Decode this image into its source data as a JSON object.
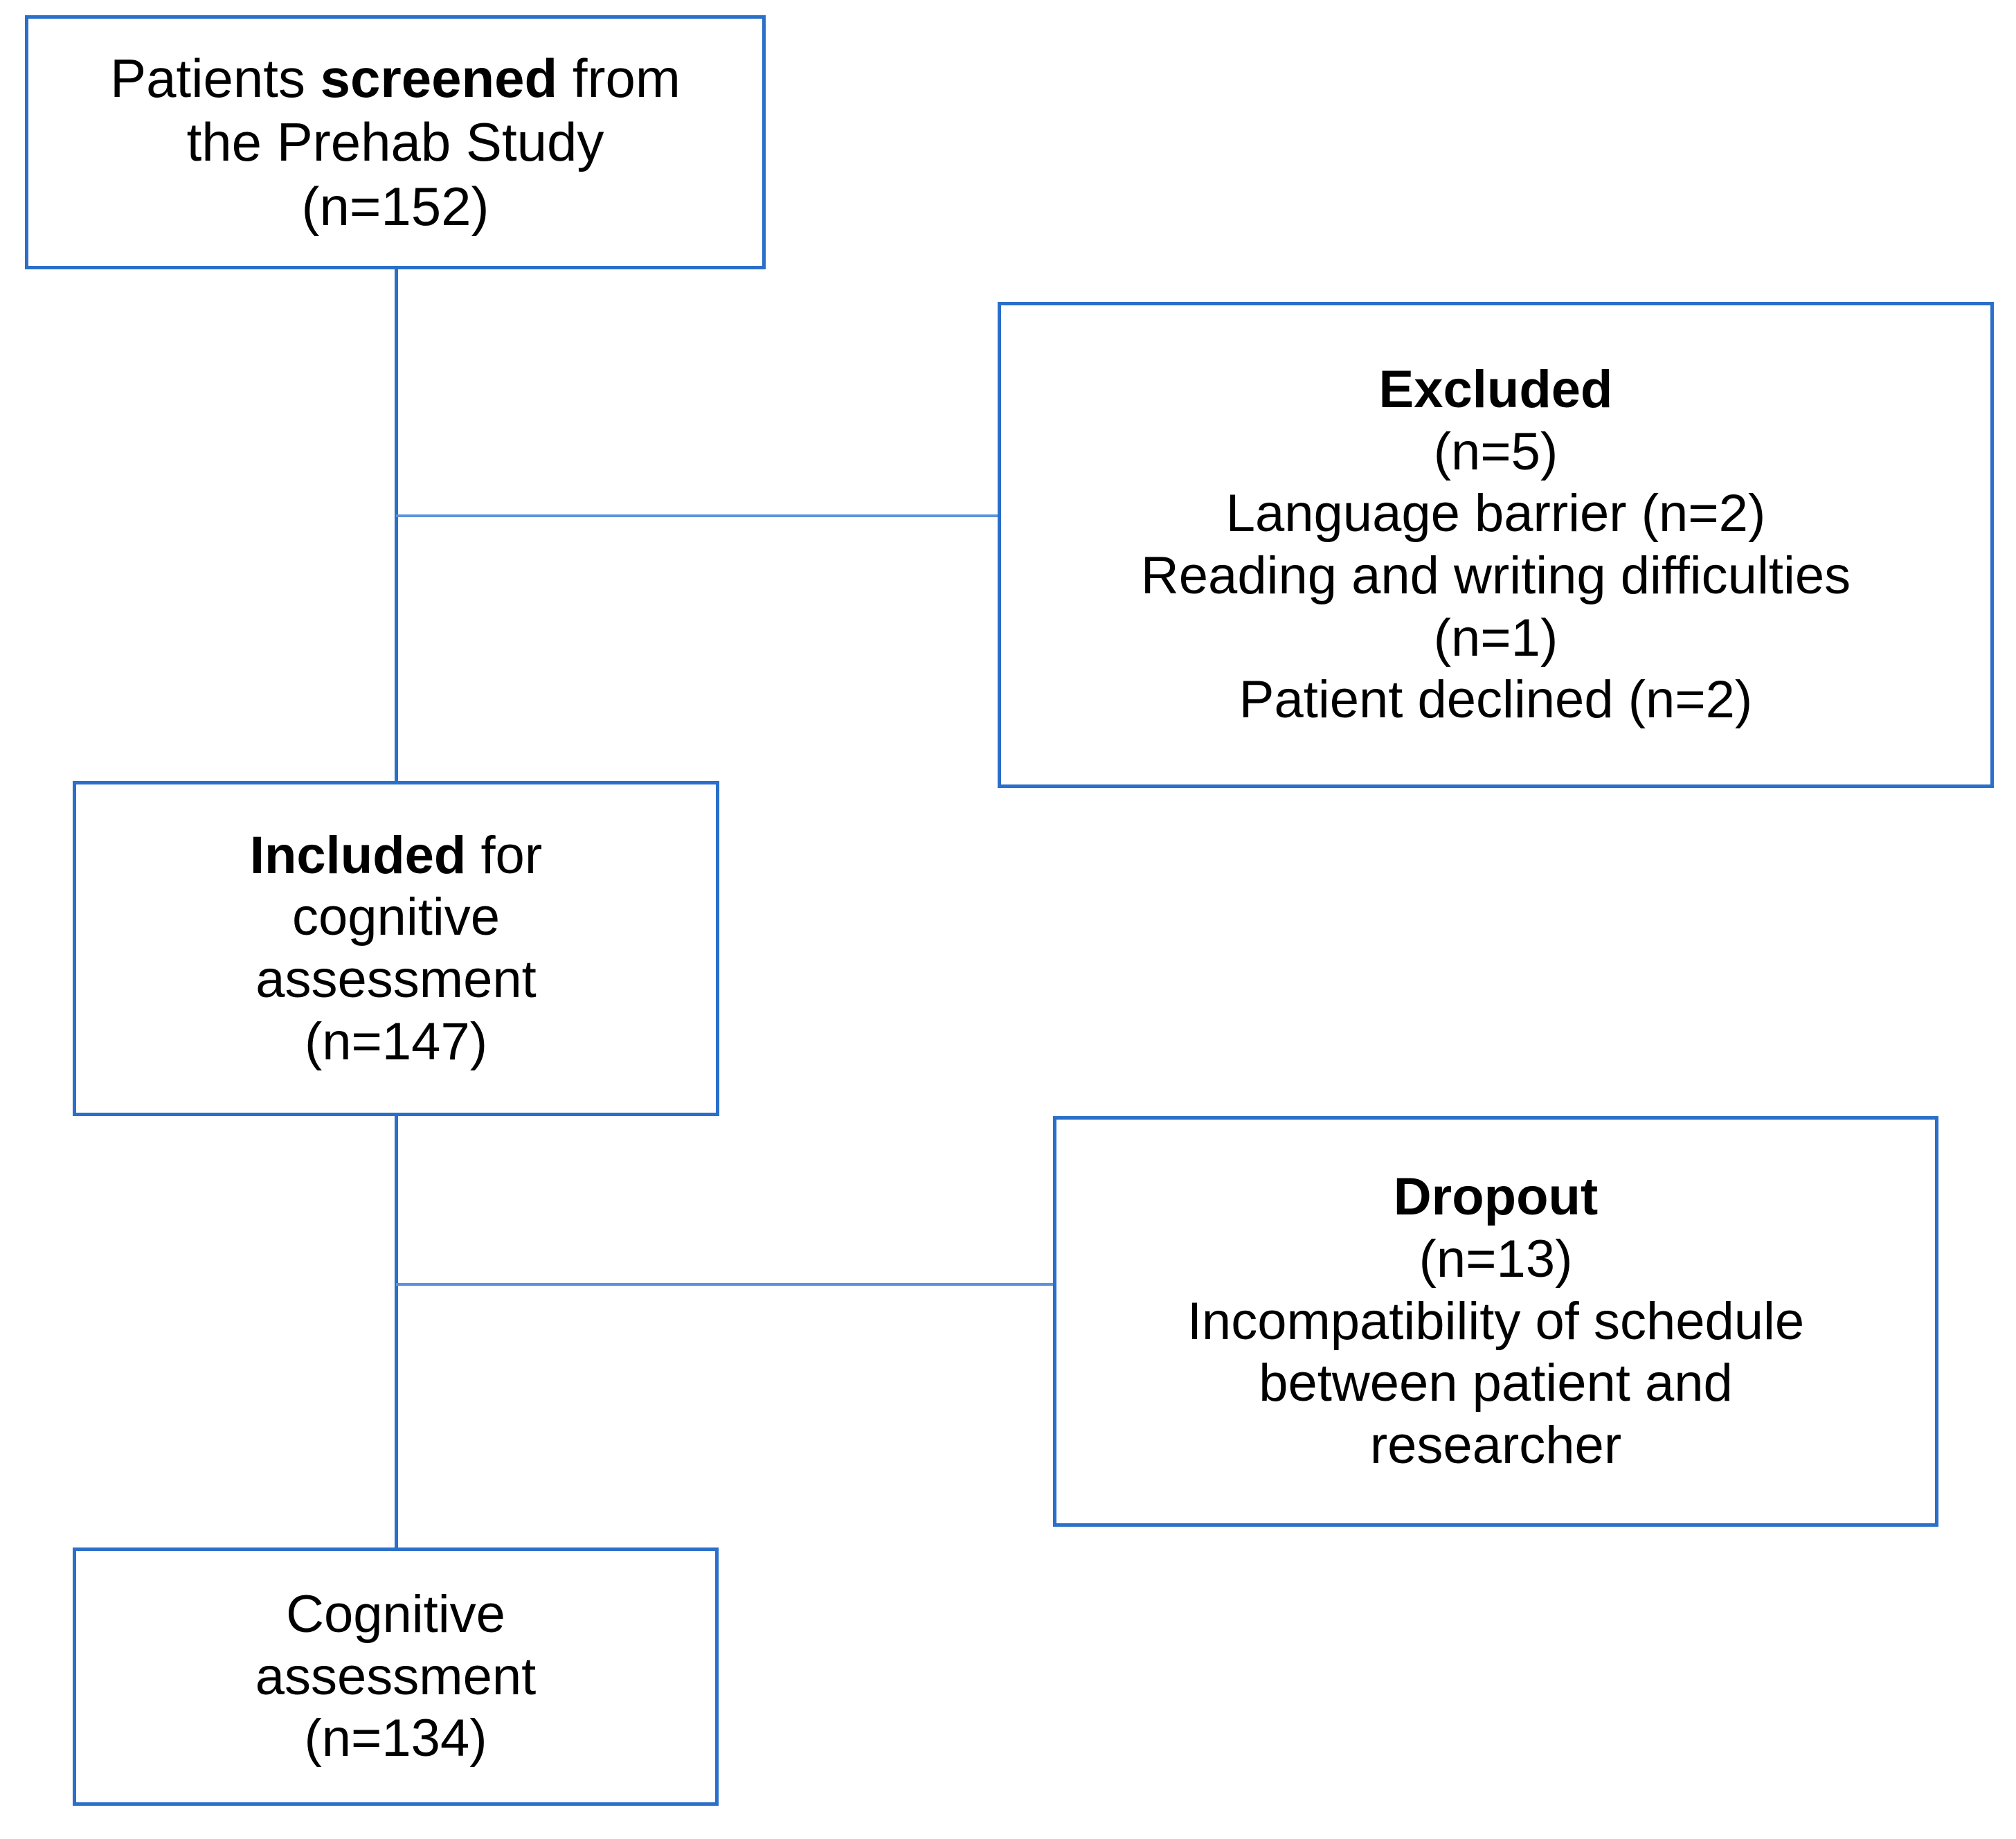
{
  "diagram": {
    "title": "Patient flow through cognitive assessment study",
    "accent_color": "#2a6fc9",
    "connector_color": "#5b93dd",
    "background_color": "#ffffff",
    "text_color": "#000000"
  },
  "nodes": {
    "screened": {
      "name": "Patients screened from the Prehab Study",
      "line1_prefix": "Patients ",
      "line1_bold": "screened",
      "line1_suffix": " from",
      "line2": "the Prehab Study",
      "line3": "(n=152)",
      "count": 152
    },
    "excluded": {
      "heading": "Excluded",
      "count_label": "(n=5)",
      "count": 5,
      "reasons": [
        "Language barrier (n=2)",
        "Reading and writing difficulties",
        "(n=1)",
        "Patient declined (n=2)"
      ]
    },
    "included": {
      "line1_bold": "Included",
      "line1_suffix": " for",
      "line2": "cognitive",
      "line3": "assessment",
      "line4": "(n=147)",
      "count": 147
    },
    "dropout": {
      "heading": "Dropout",
      "count_label": "(n=13)",
      "count": 13,
      "reasons": [
        "Incompatibility of schedule",
        "between patient and",
        "researcher"
      ]
    },
    "cognitive": {
      "line1": "Cognitive",
      "line2": "assessment",
      "line3": "(n=134)",
      "count": 134
    }
  },
  "connectors": [
    {
      "name": "screened-to-included",
      "from": "screened",
      "to": "included",
      "orientation": "vertical"
    },
    {
      "name": "trunk-to-excluded",
      "from": "screened",
      "to": "excluded",
      "orientation": "horizontal"
    },
    {
      "name": "included-to-cognitive",
      "from": "included",
      "to": "cognitive",
      "orientation": "vertical"
    },
    {
      "name": "trunk-to-dropout",
      "from": "included",
      "to": "dropout",
      "orientation": "horizontal"
    }
  ]
}
